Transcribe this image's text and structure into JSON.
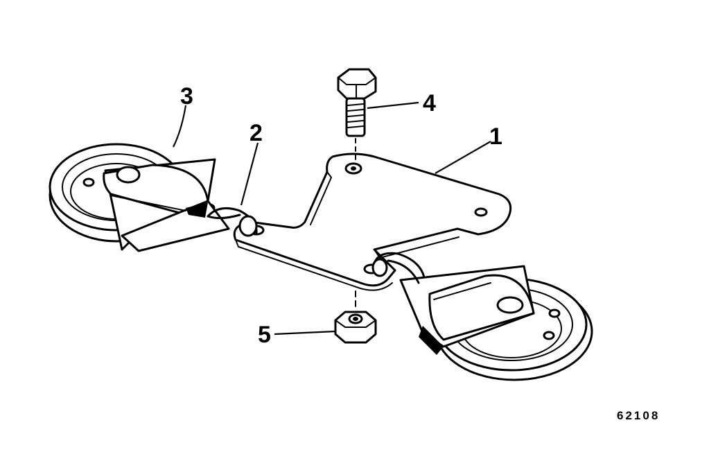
{
  "callouts": {
    "c1": "1",
    "c2": "2",
    "c3": "3",
    "c4": "4",
    "c5": "5"
  },
  "figure_id": "62108",
  "colors": {
    "ink": "#000000",
    "paper": "#ffffff"
  }
}
